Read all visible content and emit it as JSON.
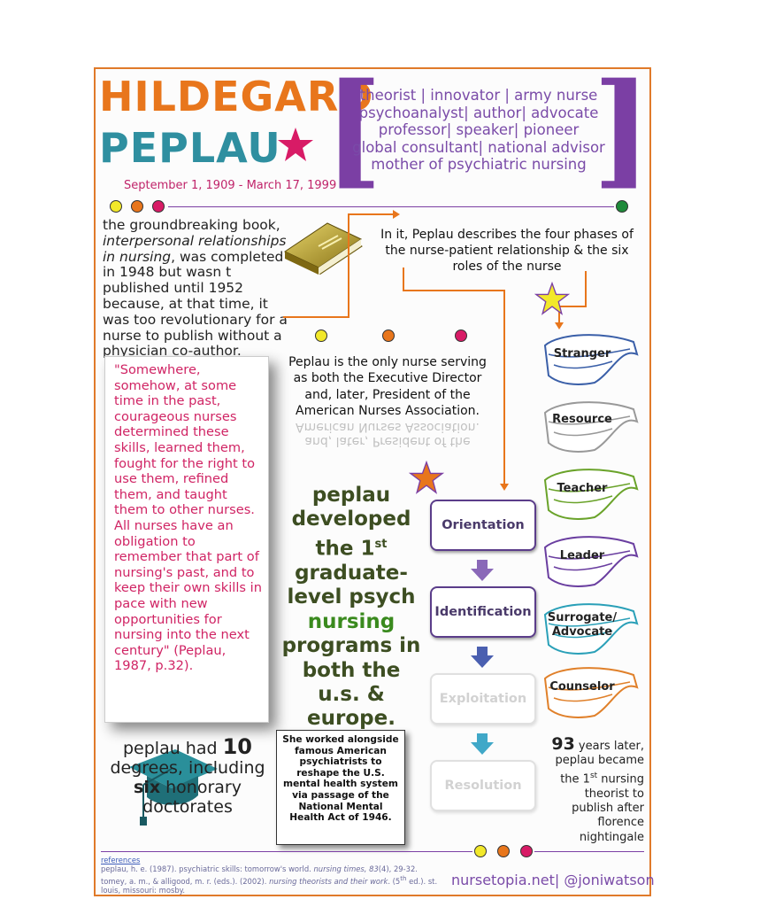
{
  "header": {
    "first_name": "HILDEGARD",
    "last_name": "PEPLAU",
    "dates": "September 1, 1909 - March 17, 1999",
    "roles": [
      "theorist | innovator | army nurse",
      "psychoanalyst| author| advocate",
      "professor| speaker| pioneer",
      "global consultant| national advisor",
      "mother of psychiatric nursing"
    ]
  },
  "book": {
    "line_1": "the groundbreaking book,",
    "italic": "interpersonal relationships in nursing",
    "rest": ", was completed in 1948 but wasn t published until 1952 because, at that time, it was too revolutionary for a nurse to publish without a physician co-author."
  },
  "phases_intro": "In it, Peplau describes the four phases of the nurse-patient relationship & the six roles of the nurse",
  "quote": "\"Somewhere, somehow, at some time in the past, courageous nurses determined these skills, learned them, fought for the right to use them, refined them, and taught them to other nurses. All nurses have an obligation to remember that part of nursing's past, and to keep their own skills in pace with new opportunities for nursing into the next century\" (Peplau, 1987, p.32).",
  "ana": {
    "text": "Peplau is the only nurse serving as both the Executive Director and, later, President of the American Nurses Association.",
    "mirror_line_1": "American Nurses Association.",
    "mirror_line_2": "and, later, President of the"
  },
  "developed": {
    "part_1": "peplau developed the 1",
    "sup": "st",
    "part_2": " graduate-level psych ",
    "highlight": "nursing",
    "part_3": " programs in both the u.s. & europe."
  },
  "phases": [
    "Orientation",
    "Identification",
    "Exploitation",
    "Resolution"
  ],
  "roles": [
    {
      "label": "Stranger",
      "color": "#3a5fa8"
    },
    {
      "label": "Resource",
      "color": "#999999"
    },
    {
      "label": "Teacher",
      "color": "#6aa32a"
    },
    {
      "label": "Leader",
      "color": "#6a3ea0"
    },
    {
      "label": "Surrogate/ Advocate",
      "color": "#2aa0b8"
    },
    {
      "label": "Counselor",
      "color": "#e0802a"
    }
  ],
  "degrees": {
    "part_1": "peplau had ",
    "number": "10",
    "part_2": " degrees, including ",
    "highlight": "six",
    "part_3": " honorary doctorates"
  },
  "worked": "She worked alongside famous American psychiatrists to reshape the U.S. mental health system via passage of the National Mental Health Act of 1946.",
  "years": {
    "number": "93",
    "part_1": " years later, peplau became the 1",
    "sup": "st",
    "part_2": " nursing theorist to publish after florence nightingale"
  },
  "references": {
    "head": "references",
    "ref_1_a": "peplau, h. e. (1987). psychiatric skills: tomorrow's world. ",
    "ref_1_i": "nursing times, 83",
    "ref_1_b": "(4), 29-32.",
    "ref_2_a": "tomey, a. m., & alligood, m. r. (eds.). (2002). ",
    "ref_2_i": "nursing theorists and their work",
    "ref_2_b": ". (5",
    "ref_2_sup": "th",
    "ref_2_c": " ed.). st. louis, missouri: mosby."
  },
  "footer": {
    "site": "nursetopia.net| @joniwatson"
  },
  "colors": {
    "orange": "#e8761c",
    "teal": "#2f8fa0",
    "purple": "#7b3fa4",
    "magenta": "#c0246a",
    "yellow": "#f2e82a",
    "green": "#1f8a3a",
    "phase_border": "#5b3d8a"
  }
}
